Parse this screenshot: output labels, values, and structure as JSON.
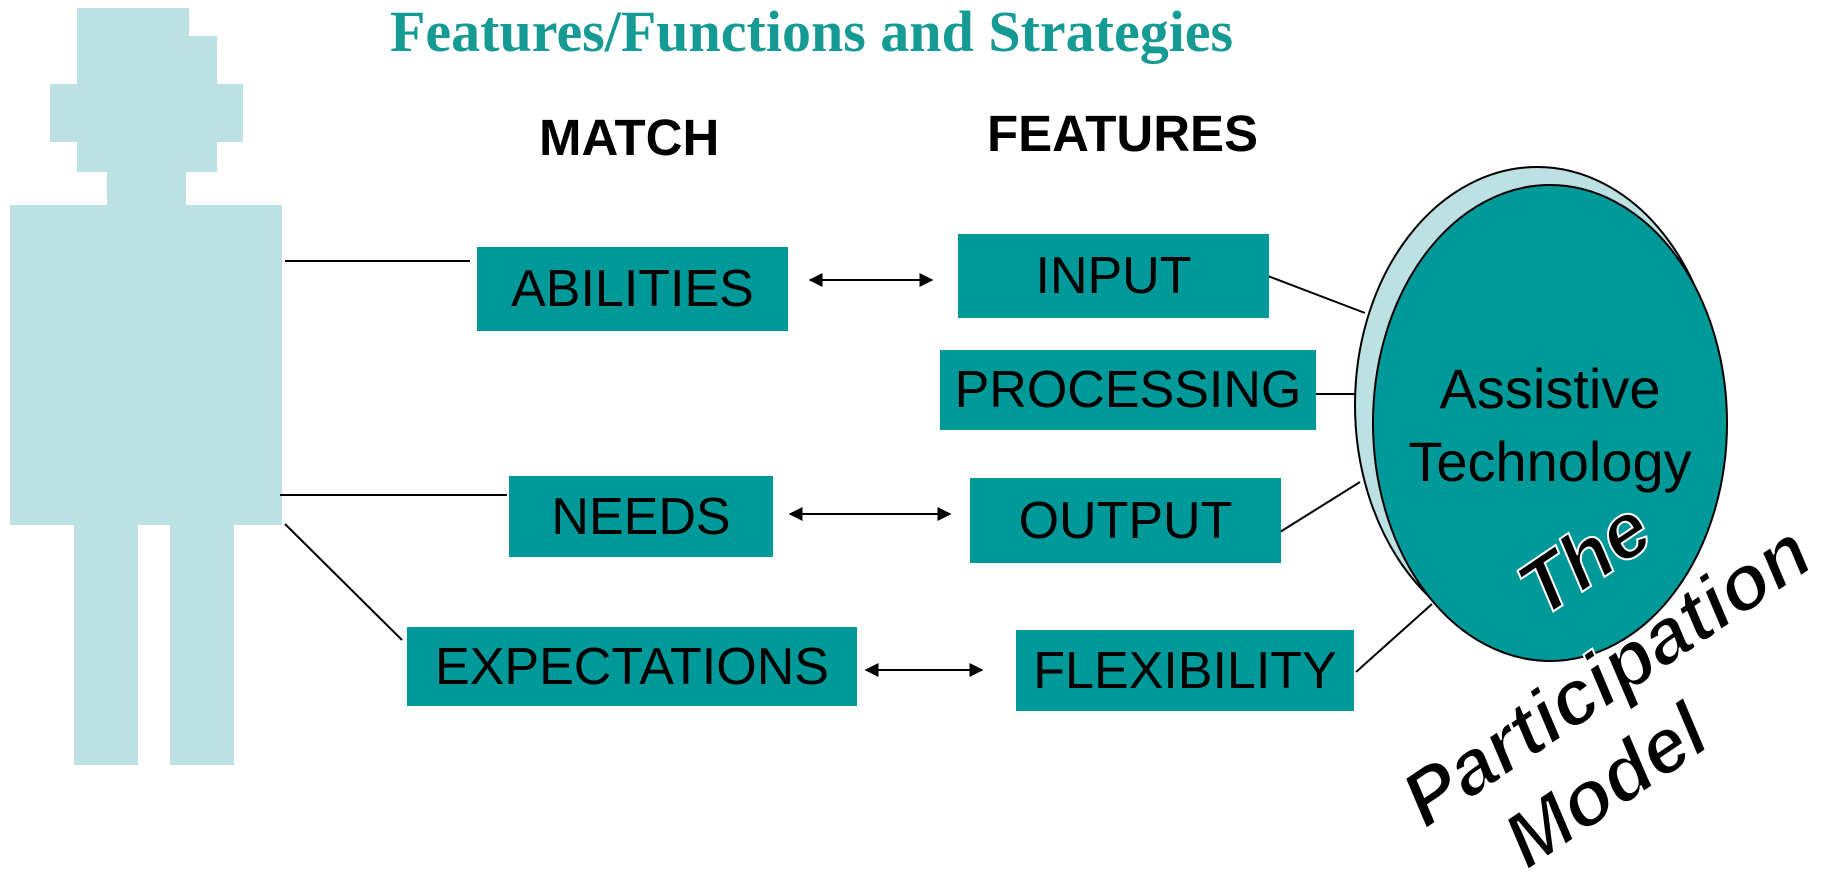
{
  "title": "Features/Functions and Strategies",
  "columns": {
    "match": "MATCH",
    "features": "FEATURES"
  },
  "match_boxes": [
    "ABILITIES",
    "NEEDS",
    "EXPECTATIONS"
  ],
  "feature_boxes": [
    "INPUT",
    "PROCESSING",
    "OUTPUT",
    "FLEXIBILITY"
  ],
  "circle": {
    "line1": "Assistive",
    "line2": "Technology"
  },
  "model_label": {
    "the": "The",
    "participation": "Participation",
    "model": "Model"
  },
  "colors": {
    "teal": "#009999",
    "title_teal": "#159a94",
    "person": "#bde0e3",
    "circle_back": "#bde0e3"
  }
}
